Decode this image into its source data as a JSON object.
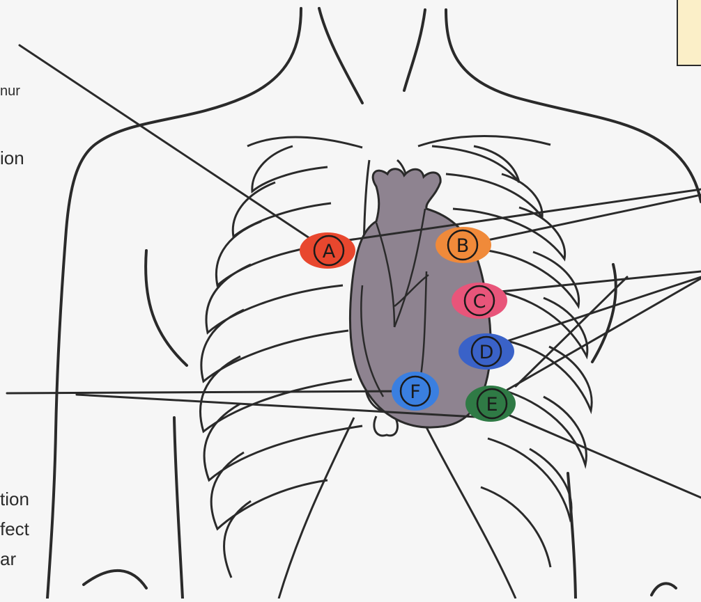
{
  "diagram": {
    "side_labels": {
      "murmur": "nur",
      "ion": "ion",
      "tion": "tion",
      "fect": "fect",
      "ar": "ar"
    },
    "points": [
      {
        "letter": "A",
        "color": "#e8472e"
      },
      {
        "letter": "B",
        "color": "#f08a3a"
      },
      {
        "letter": "C",
        "color": "#e8557a"
      },
      {
        "letter": "D",
        "color": "#3a62c8"
      },
      {
        "letter": "E",
        "color": "#2f7a45"
      },
      {
        "letter": "F",
        "color": "#3a7fe0"
      }
    ],
    "colors": {
      "outline": "#2a2a2a",
      "heart": "#8e8390",
      "legend_box": "#fbefc8",
      "background": "#f6f6f6"
    }
  }
}
